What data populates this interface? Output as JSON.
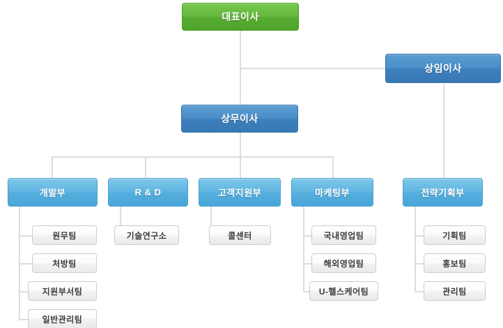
{
  "chart": {
    "type": "org-chart",
    "title": "",
    "nodes": {
      "ceo": {
        "label": "대표이사",
        "level": "executive",
        "color": "#64b73c"
      },
      "standing_director": {
        "label": "상임이사",
        "level": "director",
        "color": "#3878b4"
      },
      "managing_director": {
        "label": "상무이사",
        "level": "director",
        "color": "#3878b4"
      }
    },
    "departments": [
      {
        "label": "개발부",
        "color": "#54aede",
        "teams": [
          "원무팀",
          "처방팀",
          "지원부서팀",
          "일반관리팀"
        ]
      },
      {
        "label": "R & D",
        "color": "#54aede",
        "teams": [
          "기술연구소"
        ]
      },
      {
        "label": "고객지원부",
        "color": "#54aede",
        "teams": [
          "콜센터"
        ]
      },
      {
        "label": "마케팅부",
        "color": "#54aede",
        "teams": [
          "국내영업팀",
          "해외영업팀",
          "U-헬스케어팀"
        ]
      },
      {
        "label": "전략기획부",
        "color": "#54aede",
        "teams": [
          "기획팀",
          "홍보팀",
          "관리팀"
        ]
      }
    ],
    "line_color": "#dcdcdc"
  }
}
